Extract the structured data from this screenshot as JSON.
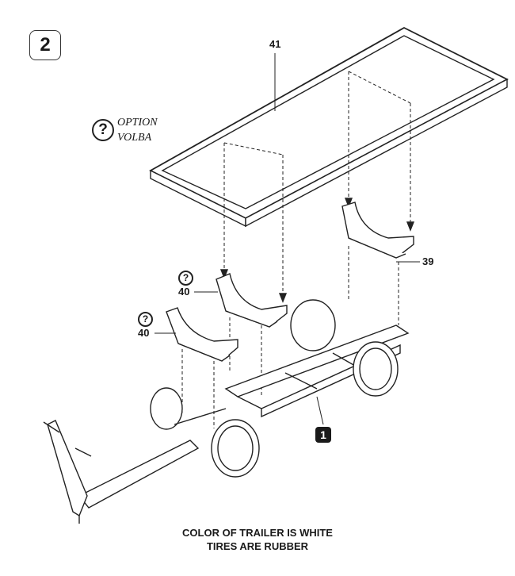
{
  "step_number": "2",
  "legend": {
    "icon": "question-circle-icon",
    "symbol": "?",
    "line1": "OPTION",
    "line2": "VOLBA"
  },
  "parts": {
    "roof": "41",
    "rear_seat": "39",
    "middle_seat": "40",
    "front_seat": "40",
    "chassis": "1",
    "option_symbol": "?"
  },
  "caption": {
    "line1": "COLOR OF TRAILER  IS WHITE",
    "line2": "TIRES ARE RUBBER"
  }
}
